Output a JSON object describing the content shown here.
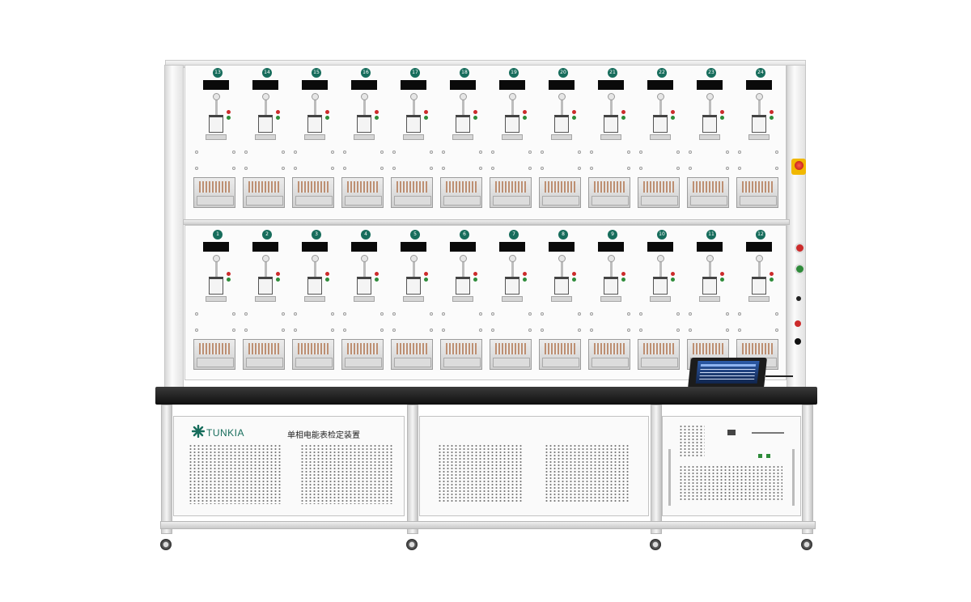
{
  "upper_rack": {
    "positions": [
      "13",
      "14",
      "15",
      "16",
      "17",
      "18",
      "19",
      "20",
      "21",
      "22",
      "23",
      "24"
    ]
  },
  "lower_rack": {
    "positions": [
      "1",
      "2",
      "3",
      "4",
      "5",
      "6",
      "7",
      "8",
      "9",
      "10",
      "11",
      "12"
    ]
  },
  "cabinet": {
    "brand": "TUNKIA",
    "product_name": "单相电能表检定装置"
  },
  "colors": {
    "brand_green": "#176d5c",
    "indicator_red": "#cc2b2b",
    "indicator_green": "#2e8b3a",
    "worktop": "#1c1c1c"
  }
}
